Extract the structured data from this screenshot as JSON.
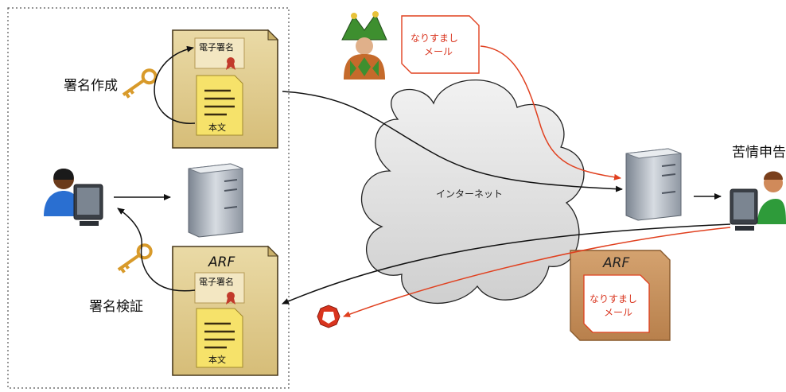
{
  "labels": {
    "sign_create": "署名作成",
    "sign_verify": "署名検証",
    "internet": "インターネット",
    "complaint": "苦情申告"
  },
  "doc_top": {
    "cert_label": "電子署名",
    "body_label": "本文"
  },
  "doc_bottom": {
    "header": "ARF",
    "cert_label": "電子署名",
    "body_label": "本文"
  },
  "spoof_note": {
    "line1": "なりすまし",
    "line2": "メール"
  },
  "arf_forward": {
    "header": "ARF",
    "line1": "なりすまし",
    "line2": "メール"
  },
  "colors": {
    "red": "#e0401f",
    "doc_fill": "#e3cf96",
    "doc_stroke": "#4a3a1c",
    "arf_brown": "#c9935f"
  },
  "icons": [
    "user-at-computer-icon",
    "server-icon",
    "key-icon",
    "jester-icon",
    "stop-sign-icon",
    "ribbon-seal-icon"
  ]
}
